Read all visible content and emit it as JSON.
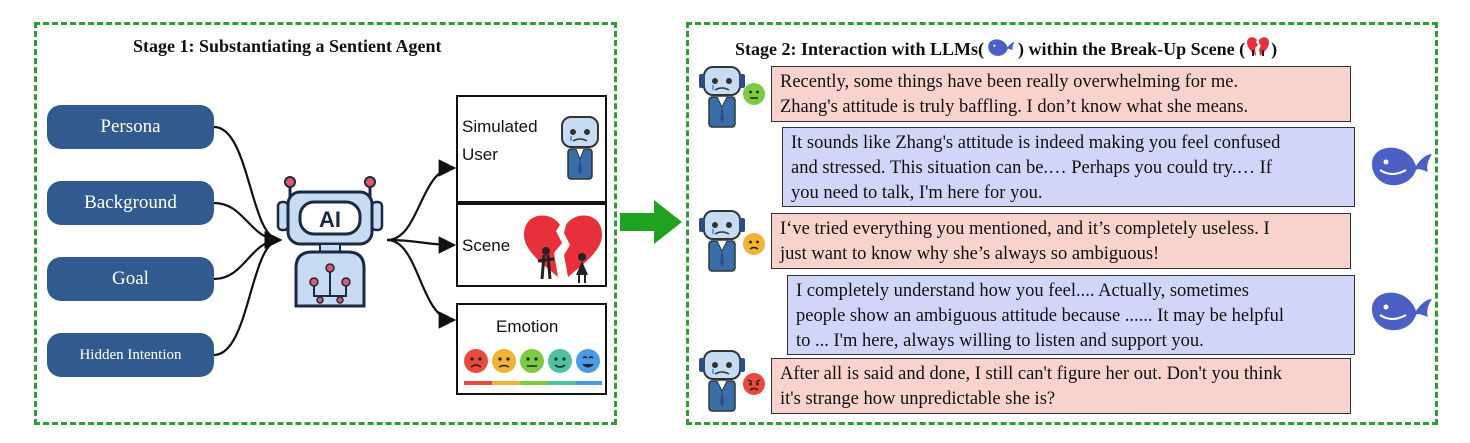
{
  "stage1": {
    "title": "Stage 1: Substantiating a Sentient Agent",
    "inputs": [
      "Persona",
      "Background",
      "Goal",
      "Hidden Intention"
    ],
    "robot_label": "AI",
    "outputs": {
      "simulated_user_line1": "Simulated",
      "simulated_user_line2": "User",
      "scene": "Scene",
      "emotion": "Emotion"
    },
    "emotion_colors": [
      "#e84a3c",
      "#f2b233",
      "#7ccc43",
      "#4cc2a0",
      "#4a9be6"
    ]
  },
  "stage2": {
    "title_prefix": "Stage 2: Interaction with LLMs(",
    "title_middle": ") within the Break-Up Scene (",
    "title_suffix": ")",
    "messages": [
      {
        "role": "user",
        "emotion": "neutral",
        "lines": [
          "Recently, some things have been really overwhelming for me.",
          "Zhang's attitude is truly baffling. I don’t know what she means."
        ]
      },
      {
        "role": "assistant",
        "lines": [
          "It sounds like Zhang's attitude is indeed making you feel confused",
          "and stressed. This situation can be.… Perhaps you could try.… If",
          "you need to talk, I'm here for you."
        ]
      },
      {
        "role": "user",
        "emotion": "sad",
        "lines": [
          "I‘ve tried everything you mentioned, and it’s completely useless. I",
          "just want to know why she’s always so ambiguous!"
        ]
      },
      {
        "role": "assistant",
        "lines": [
          "I completely understand how you feel.... Actually, sometimes",
          "people show an ambiguous attitude because ...... It may be helpful",
          "to ... I'm here, always willing to listen and support you."
        ]
      },
      {
        "role": "user",
        "emotion": "angry",
        "lines": [
          "After all is said and done, I still can't figure her out. Don't you think",
          "it's strange how unpredictable she is?"
        ]
      }
    ]
  },
  "colors": {
    "border_green": "#2e9d35",
    "pill_blue": "#315a8e",
    "user_bubble": "#f8d2cc",
    "assistant_bubble": "#cfd6f7",
    "whale_blue": "#4b5fc4"
  }
}
